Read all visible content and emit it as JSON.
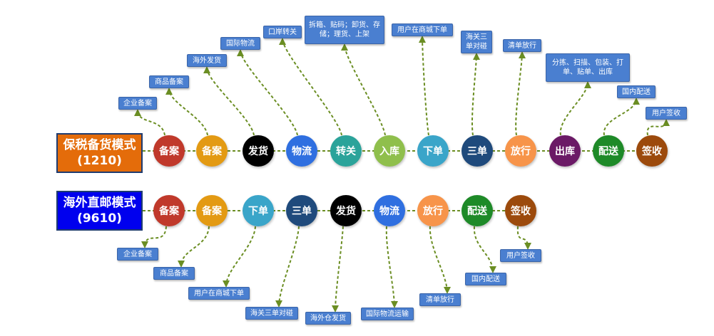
{
  "colors": {
    "bonded_box": "#e46c0a",
    "direct_box": "#0000ee",
    "connector": "#6b8e23",
    "label_bg": "#4a7fd0"
  },
  "modes": [
    {
      "title": "保税备货模式",
      "code": "(1210)",
      "steps": [
        {
          "text": "备案",
          "color": "#c0392b",
          "label": "企业备案"
        },
        {
          "text": "备案",
          "color": "#e39a13",
          "label": "商品备案"
        },
        {
          "text": "发货",
          "color": "#000000",
          "label": "海外发货"
        },
        {
          "text": "物流",
          "color": "#2f6fe0",
          "label": "国际物流"
        },
        {
          "text": "转关",
          "color": "#2ba39a",
          "label": "口岸转关"
        },
        {
          "text": "入库",
          "color": "#8fbf4c",
          "label": "拆箱、贴码；卸货、存储；理货、上架"
        },
        {
          "text": "下单",
          "color": "#3aa5c9",
          "label": "用户在商城下单"
        },
        {
          "text": "三单",
          "color": "#1f4a7c",
          "label": "海关三单对碰"
        },
        {
          "text": "放行",
          "color": "#f7944a",
          "label": "清单放行"
        },
        {
          "text": "出库",
          "color": "#6b1a66",
          "label": "分拣、扫描、包装、打单、贴单、出库"
        },
        {
          "text": "配送",
          "color": "#1e8a28",
          "label": "国内配送"
        },
        {
          "text": "签收",
          "color": "#9c4a0c",
          "label": "用户签收"
        }
      ]
    },
    {
      "title": "海外直邮模式",
      "code": "(9610)",
      "steps": [
        {
          "text": "备案",
          "color": "#c0392b",
          "label": "企业备案"
        },
        {
          "text": "备案",
          "color": "#e39a13",
          "label": "商品备案"
        },
        {
          "text": "下单",
          "color": "#3aa5c9",
          "label": "用户在商城下单"
        },
        {
          "text": "三单",
          "color": "#1f4a7c",
          "label": "海关三单对碰"
        },
        {
          "text": "发货",
          "color": "#000000",
          "label": "海外仓发货"
        },
        {
          "text": "物流",
          "color": "#2f6fe0",
          "label": "国际物流运输"
        },
        {
          "text": "放行",
          "color": "#f7944a",
          "label": "清单放行"
        },
        {
          "text": "配送",
          "color": "#1e8a28",
          "label": "国内配送"
        },
        {
          "text": "签收",
          "color": "#9c4a0c",
          "label": "用户签收"
        }
      ]
    }
  ]
}
